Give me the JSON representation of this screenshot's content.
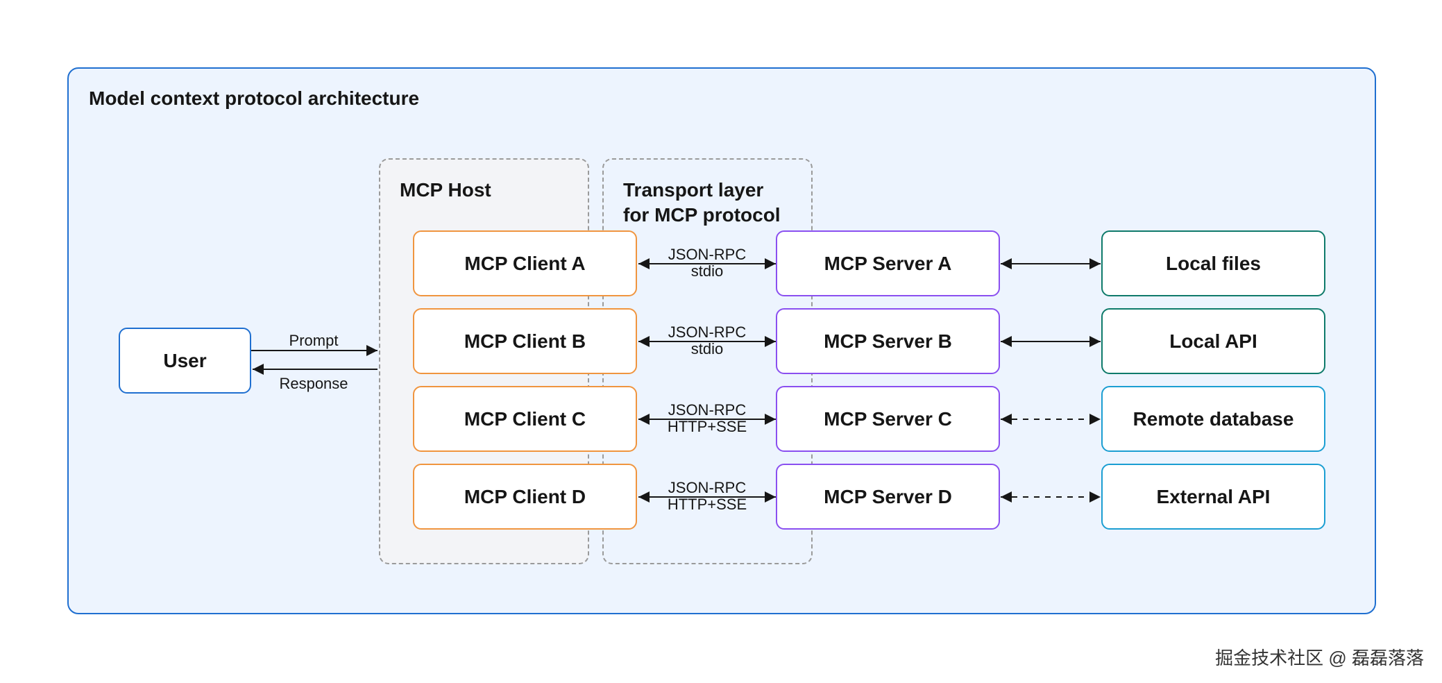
{
  "diagram": {
    "title": "Model context protocol architecture",
    "groups": {
      "host": "MCP Host",
      "transport_line1": "Transport layer",
      "transport_line2": "for MCP protocol"
    },
    "user": {
      "label": "User",
      "prompt_label": "Prompt",
      "response_label": "Response"
    },
    "clients": [
      "MCP Client A",
      "MCP Client B",
      "MCP Client C",
      "MCP Client D"
    ],
    "transports": [
      {
        "protocol": "JSON-RPC",
        "channel": "stdio"
      },
      {
        "protocol": "JSON-RPC",
        "channel": "stdio"
      },
      {
        "protocol": "JSON-RPC",
        "channel": "HTTP+SSE"
      },
      {
        "protocol": "JSON-RPC",
        "channel": "HTTP+SSE"
      }
    ],
    "servers": [
      "MCP Server A",
      "MCP Server B",
      "MCP Server C",
      "MCP Server D"
    ],
    "resources": [
      {
        "label": "Local files",
        "kind": "local"
      },
      {
        "label": "Local API",
        "kind": "local"
      },
      {
        "label": "Remote database",
        "kind": "remote"
      },
      {
        "label": "External API",
        "kind": "remote"
      }
    ],
    "colors": {
      "frame": "#1f6fd0",
      "client": "#f0953f",
      "server": "#8a4ff0",
      "local_resource": "#0e7a6a",
      "remote_resource": "#1b9ed2"
    }
  },
  "watermark": "掘金技术社区 @ 磊磊落落"
}
